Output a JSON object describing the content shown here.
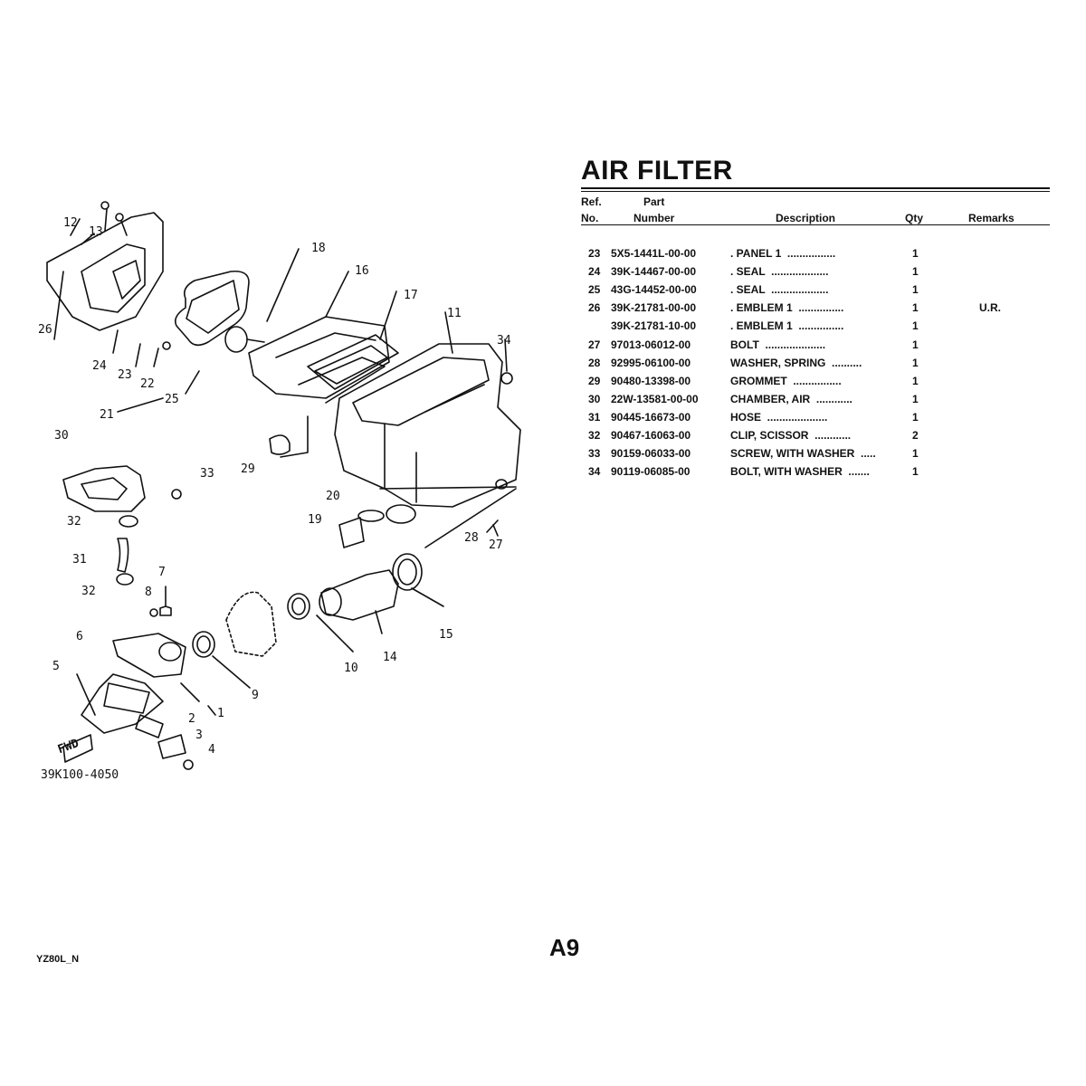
{
  "title": "AIR FILTER",
  "headers": {
    "ref_line1": "Ref.",
    "ref_line2": "No.",
    "part_line1": "Part",
    "part_line2": "Number",
    "description": "Description",
    "qty": "Qty",
    "remarks": "Remarks"
  },
  "rows": [
    {
      "ref": "23",
      "number": "5X5-1441L-00-00",
      "desc": ". PANEL 1  ................",
      "qty": "1",
      "remarks": ""
    },
    {
      "ref": "24",
      "number": "39K-14467-00-00",
      "desc": ". SEAL  ...................",
      "qty": "1",
      "remarks": ""
    },
    {
      "ref": "25",
      "number": "43G-14452-00-00",
      "desc": ". SEAL  ...................",
      "qty": "1",
      "remarks": ""
    },
    {
      "ref": "26",
      "number": "39K-21781-00-00",
      "desc": ". EMBLEM 1  ...............",
      "qty": "1",
      "remarks": "U.R."
    },
    {
      "ref": "",
      "number": "39K-21781-10-00",
      "desc": ". EMBLEM 1  ...............",
      "qty": "1",
      "remarks": ""
    },
    {
      "ref": "27",
      "number": "97013-06012-00",
      "desc": "BOLT  ....................",
      "qty": "1",
      "remarks": ""
    },
    {
      "ref": "28",
      "number": "92995-06100-00",
      "desc": "WASHER, SPRING  ..........",
      "qty": "1",
      "remarks": ""
    },
    {
      "ref": "29",
      "number": "90480-13398-00",
      "desc": "GROMMET  ................",
      "qty": "1",
      "remarks": ""
    },
    {
      "ref": "30",
      "number": "22W-13581-00-00",
      "desc": "CHAMBER, AIR  ............",
      "qty": "1",
      "remarks": ""
    },
    {
      "ref": "31",
      "number": "90445-16673-00",
      "desc": "HOSE  ....................",
      "qty": "1",
      "remarks": ""
    },
    {
      "ref": "32",
      "number": "90467-16063-00",
      "desc": "CLIP, SCISSOR  ............",
      "qty": "2",
      "remarks": ""
    },
    {
      "ref": "33",
      "number": "90159-06033-00",
      "desc": "SCREW, WITH WASHER  .....",
      "qty": "1",
      "remarks": ""
    },
    {
      "ref": "34",
      "number": "90119-06085-00",
      "desc": "BOLT, WITH WASHER  .......",
      "qty": "1",
      "remarks": ""
    }
  ],
  "diagram": {
    "code": "39K100-4050",
    "fwd": "FWD",
    "callouts": [
      "1",
      "2",
      "3",
      "4",
      "5",
      "6",
      "7",
      "8",
      "9",
      "10",
      "11",
      "12",
      "13",
      "14",
      "15",
      "16",
      "17",
      "18",
      "19",
      "20",
      "21",
      "22",
      "23",
      "24",
      "25",
      "26",
      "27",
      "28",
      "29",
      "30",
      "31",
      "32",
      "32",
      "33",
      "34"
    ]
  },
  "page_number": "A9",
  "model_code": "YZ80L_N"
}
